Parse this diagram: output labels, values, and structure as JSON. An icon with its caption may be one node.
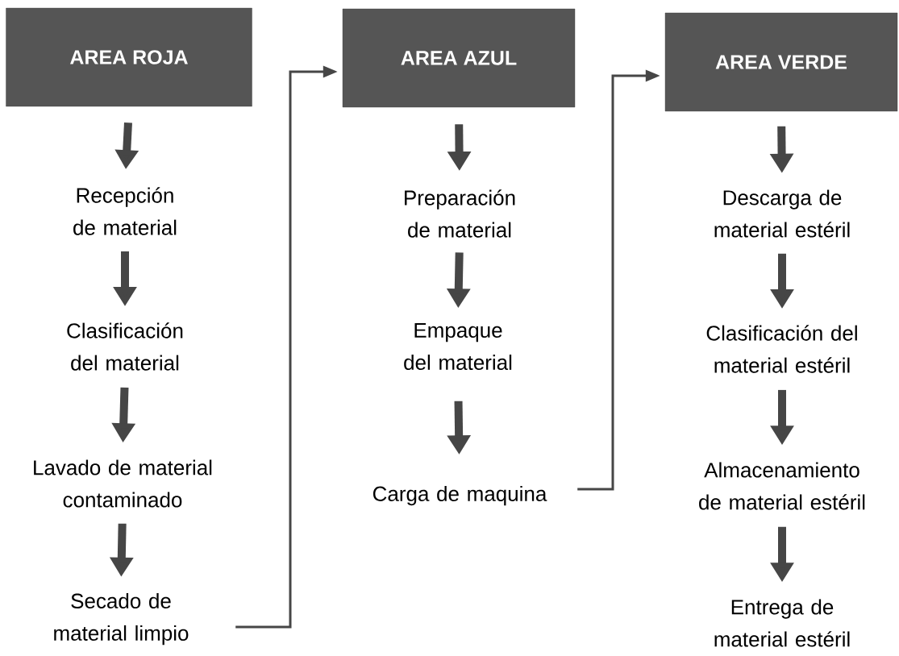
{
  "diagram": {
    "nodes": [
      {
        "text": [
          "AREA ROJA"
        ]
      },
      {
        "text": [
          "Recepción de material"
        ]
      },
      {
        "text": [
          "Clasificación del material"
        ]
      },
      {
        "text": [
          "Lavado de material contaminado"
        ]
      },
      {
        "text": [
          "Secado de material limpio"
        ]
      },
      {
        "text": [
          "AREA AZUL"
        ]
      },
      {
        "text": [
          "Preparación de material"
        ]
      },
      {
        "text": [
          "Empaque del material"
        ]
      },
      {
        "text": [
          "Carga de maquina"
        ]
      },
      {
        "text": [
          "AREA VERDE"
        ]
      },
      {
        "text": [
          "Descarga de material estéril"
        ]
      },
      {
        "text": [
          "Clasificación del material estéril"
        ]
      },
      {
        "text": [
          "Almacenamiento de material estéril"
        ]
      },
      {
        "text": [
          "Entrega de material estéril"
        ]
      }
    ],
    "edges": [
      {
        "from": 0,
        "to": 1,
        "arrow": "to"
      },
      {
        "from": 1,
        "to": 2,
        "arrow": "to"
      },
      {
        "from": 2,
        "to": 3,
        "arrow": "to"
      },
      {
        "from": 3,
        "to": 4,
        "arrow": "to"
      },
      {
        "from": 4,
        "to": 5,
        "arrow": "to"
      },
      {
        "from": 5,
        "to": 6,
        "arrow": "to"
      },
      {
        "from": 6,
        "to": 7,
        "arrow": "to"
      },
      {
        "from": 7,
        "to": 8,
        "arrow": "to"
      },
      {
        "from": 8,
        "to": 9,
        "arrow": "to"
      },
      {
        "from": 9,
        "to": 10,
        "arrow": "to"
      },
      {
        "from": 10,
        "to": 11,
        "arrow": "to"
      },
      {
        "from": 11,
        "to": 12,
        "arrow": "to"
      },
      {
        "from": 12,
        "to": 13,
        "arrow": "to"
      }
    ]
  }
}
